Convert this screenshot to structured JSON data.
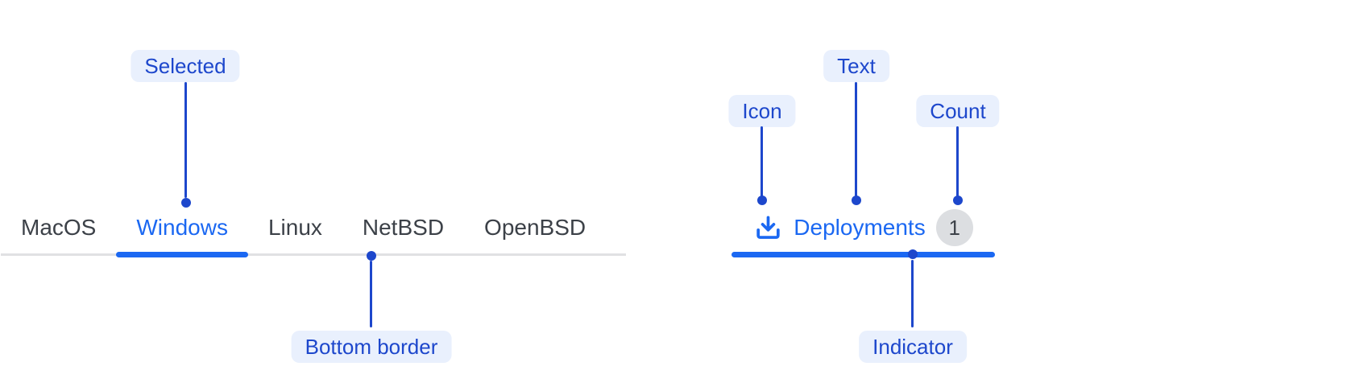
{
  "colors": {
    "component_blue": "#1b68f2",
    "annotation_blue": "#1d47cc",
    "label_bg": "#e9f0fd",
    "border_gray": "#e0e1e3",
    "tab_text": "#3c4148",
    "badge_bg": "#dcdee1",
    "badge_text": "#3d4249",
    "background": "#ffffff"
  },
  "left_example": {
    "annotations": {
      "selected_label": "Selected",
      "bottom_border_label": "Bottom border"
    },
    "tabs": [
      {
        "label": "MacOS",
        "selected": false
      },
      {
        "label": "Windows",
        "selected": true
      },
      {
        "label": "Linux",
        "selected": false
      },
      {
        "label": "NetBSD",
        "selected": false
      },
      {
        "label": "OpenBSD",
        "selected": false
      }
    ]
  },
  "right_example": {
    "annotations": {
      "icon_label": "Icon",
      "text_label": "Text",
      "count_label": "Count",
      "indicator_label": "Indicator"
    },
    "tab": {
      "icon": "download-icon",
      "text": "Deployments",
      "count": "1"
    }
  }
}
